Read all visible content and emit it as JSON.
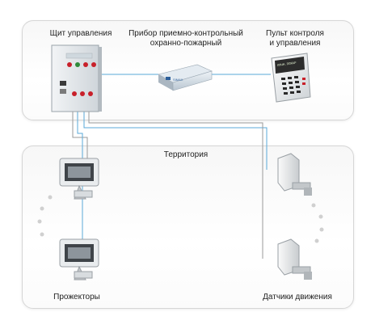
{
  "labels": {
    "control_cabinet": "Щит управления",
    "panel_device_line1": "Прибор приемно-контрольный",
    "panel_device_line2": "охранно-пожарный",
    "keypad_line1": "Пульт контроля",
    "keypad_line2": "и управления",
    "territory": "Территория",
    "floodlights": "Прожекторы",
    "motion_sensors": "Датчики движения"
  },
  "device_brand": "SIMAX",
  "keypad_display": "ЛИЧН.ПОЖАР",
  "colors": {
    "wire": "#5aa9d8",
    "wire_gray": "#9a9a9a",
    "cabinet_body": "#e6eaee",
    "lamp_red": "#c8202a",
    "lamp_green": "#2f8a3a",
    "dots": "#d0d0d0"
  }
}
